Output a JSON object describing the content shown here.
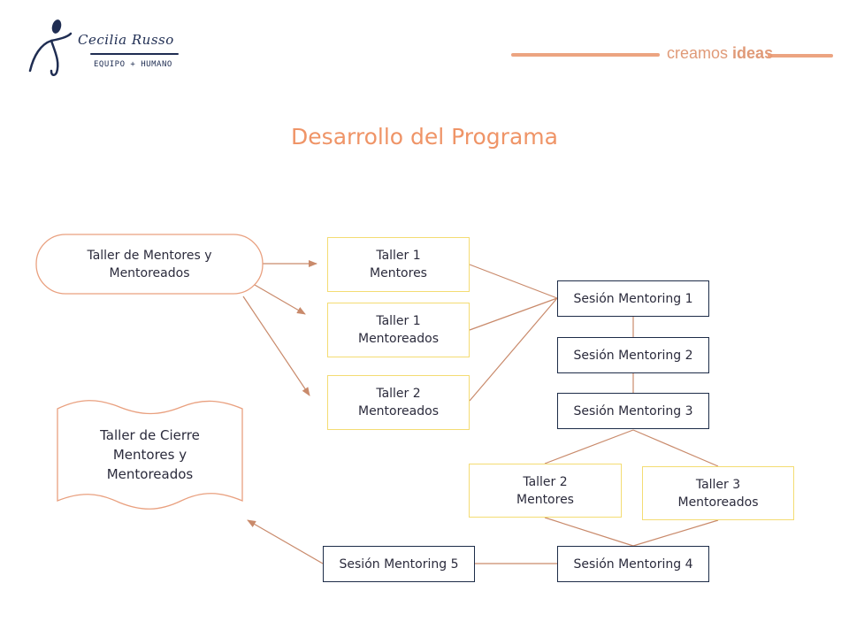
{
  "header": {
    "logo": {
      "name": "Cecilia Russo",
      "subtitle": "EQUIPO + HUMANO",
      "icon": "person-figure-icon"
    },
    "tagline": {
      "prefix": "creamos",
      "emphasis": "ideas"
    }
  },
  "title": "Desarrollo del Programa",
  "colors": {
    "title": "#ef9467",
    "connector": "#c98a6b",
    "yellow_border": "#f4dc73",
    "navy_border": "#1d2c48",
    "terminal_border": "#e9a07f",
    "text": "#2b2b3c"
  },
  "nodes": {
    "start": "Taller de Mentores y\nMentoreados",
    "t1_mentores": "Taller 1\nMentores",
    "t1_mentoreados": "Taller 1\nMentoreados",
    "t2_mentoreados": "Taller 2\nMentoreados",
    "s1": "Sesión Mentoring 1",
    "s2": "Sesión Mentoring 2",
    "s3": "Sesión Mentoring 3",
    "t2_mentores": "Taller 2\nMentores",
    "t3_mentoreados": "Taller 3\nMentoreados",
    "s4": "Sesión Mentoring 4",
    "s5": "Sesión Mentoring 5",
    "end": "Taller de Cierre\nMentores y\nMentoreados"
  },
  "edges": [
    {
      "from": "start",
      "to": "t1_mentores",
      "arrow": true
    },
    {
      "from": "start",
      "to": "t1_mentoreados",
      "arrow": true
    },
    {
      "from": "start",
      "to": "t2_mentoreados",
      "arrow": true
    },
    {
      "from": "t1_mentores",
      "to": "s1",
      "arrow": false
    },
    {
      "from": "t1_mentoreados",
      "to": "s1",
      "arrow": false
    },
    {
      "from": "t2_mentoreados",
      "to": "s1",
      "arrow": false
    },
    {
      "from": "s1",
      "to": "s2",
      "arrow": false
    },
    {
      "from": "s2",
      "to": "s3",
      "arrow": false
    },
    {
      "from": "s3",
      "to": "t2_mentores",
      "arrow": false
    },
    {
      "from": "s3",
      "to": "t3_mentoreados",
      "arrow": false
    },
    {
      "from": "t2_mentores",
      "to": "s4",
      "arrow": false
    },
    {
      "from": "t3_mentoreados",
      "to": "s4",
      "arrow": false
    },
    {
      "from": "s4",
      "to": "s5",
      "arrow": false
    },
    {
      "from": "s5",
      "to": "end",
      "arrow": true
    }
  ]
}
